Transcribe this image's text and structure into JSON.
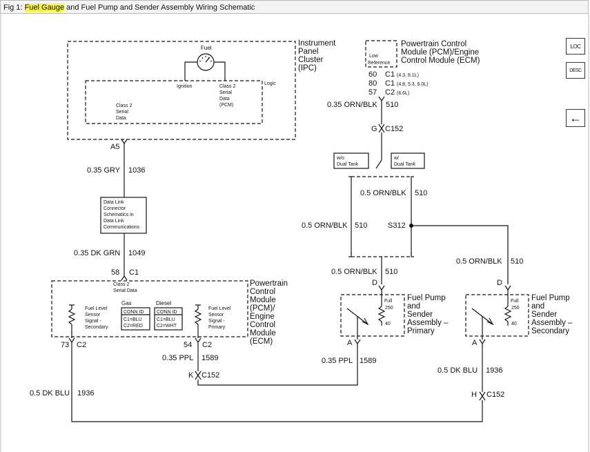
{
  "title_bar": {
    "prefix": "Fig 1: ",
    "highlight": "Fuel Gauge",
    "rest": " and Fuel Pump and Sender Assembly Wiring Schematic"
  },
  "nav": {
    "loc_label": "LOC",
    "desc_label": "DESC",
    "back_glyph": "←"
  },
  "ipc": {
    "title_lines": [
      "Instrument",
      "Panel",
      "Cluster",
      "(IPC)"
    ],
    "gauge_label": "Fuel",
    "ignition": "Ignition",
    "logic": "Logic",
    "class2_pcm_lines": [
      "Class 2",
      "Serial",
      "Data",
      "(PCM)"
    ],
    "class2_lines": [
      "Class 2",
      "Serial",
      "Data"
    ],
    "pin": "A5"
  },
  "wire_gry": {
    "gauge": "0.35 GRY",
    "circuit": "1036"
  },
  "dlc_box": [
    "Data Link",
    "Connector",
    "Schematics in",
    "Data Link",
    "Communications"
  ],
  "wire_dkgrn": {
    "gauge": "0.35 DK GRN",
    "circuit": "1049"
  },
  "pcm_top": {
    "title_lines": [
      "Powertrain Control",
      "Module (PCM)/Engine",
      "Control Module (ECM)"
    ],
    "low_ref_lines": [
      "Low",
      "Reference"
    ],
    "pins": [
      {
        "num": "60",
        "conn": "C1",
        "note": "(4.3, 8.1L)"
      },
      {
        "num": "80",
        "conn": "C1",
        "note": "(4.8, 5.3, 6.0L)"
      },
      {
        "num": "57",
        "conn": "C2",
        "note": "(6.6L)"
      }
    ]
  },
  "wire_orn_top": {
    "gauge": "0.35 ORN/BLK",
    "circuit": "510"
  },
  "c152_g": {
    "pin": "G",
    "conn": "C152"
  },
  "tank_labels": {
    "wo_lines": [
      "w/o",
      "Dual Tank"
    ],
    "w_lines": [
      "w/",
      "Dual Tank"
    ]
  },
  "wire_orn_mid": {
    "gauge": "0.5 ORN/BLK",
    "circuit": "510"
  },
  "wire_orn_left": {
    "gauge": "0.5 ORN/BLK",
    "circuit": "510"
  },
  "splice": "S312",
  "wire_orn_right": {
    "gauge": "0.5 ORN/BLK",
    "circuit": "510"
  },
  "wire_orn_primary": {
    "gauge": "0.5 ORN/BLK",
    "circuit": "510"
  },
  "pcm_bottom": {
    "connector": {
      "num": "58",
      "conn": "C1"
    },
    "class2_lines": [
      "Class 2",
      "Serial Data"
    ],
    "title_lines": [
      "Powertrain",
      "Control",
      "Module",
      "(PCM)/",
      "Engine",
      "Control",
      "Module",
      "(ECM)"
    ],
    "sensor_secondary_lines": [
      "Fuel Level",
      "Sensor",
      "Signal -",
      "Secondary"
    ],
    "sensor_primary_lines": [
      "Fuel Level",
      "Sensor",
      "Signal -",
      "Primary"
    ],
    "gas_label": "Gas",
    "diesel_label": "Diesel",
    "gas_conn": [
      "CONN ID",
      "C1=BLU",
      "C2=RED"
    ],
    "diesel_conn": [
      "CONN ID",
      "C1=BLU",
      "C2=WHT"
    ],
    "pin_73": {
      "num": "73",
      "conn": "C2"
    },
    "pin_54": {
      "num": "54",
      "conn": "C2"
    }
  },
  "pump_primary": {
    "title_lines": [
      "Fuel Pump",
      "and",
      "Sender",
      "Assembly –",
      "Primary"
    ],
    "full_label": "Full",
    "ohm_full": "250",
    "ohm_empty": "40",
    "pin_d": "D",
    "pin_a": "A"
  },
  "pump_secondary": {
    "title_lines": [
      "Fuel Pump",
      "and",
      "Sender",
      "Assembly –",
      "Secondary"
    ],
    "full_label": "Full",
    "ohm_full": "250",
    "ohm_empty": "40",
    "pin_d": "D",
    "pin_a": "A"
  },
  "wire_ppl_left": {
    "gauge": "0.35 PPL",
    "circuit": "1589"
  },
  "wire_ppl_right": {
    "gauge": "0.35 PPL",
    "circuit": "1589"
  },
  "c152_k": {
    "pin": "K",
    "conn": "C152"
  },
  "wire_dkblu_left": {
    "gauge": "0.5 DK BLU",
    "circuit": "1936"
  },
  "wire_dkblu_right": {
    "gauge": "0.5 DK BLU",
    "circuit": "1936"
  },
  "c152_h": {
    "pin": "H",
    "conn": "C152"
  }
}
